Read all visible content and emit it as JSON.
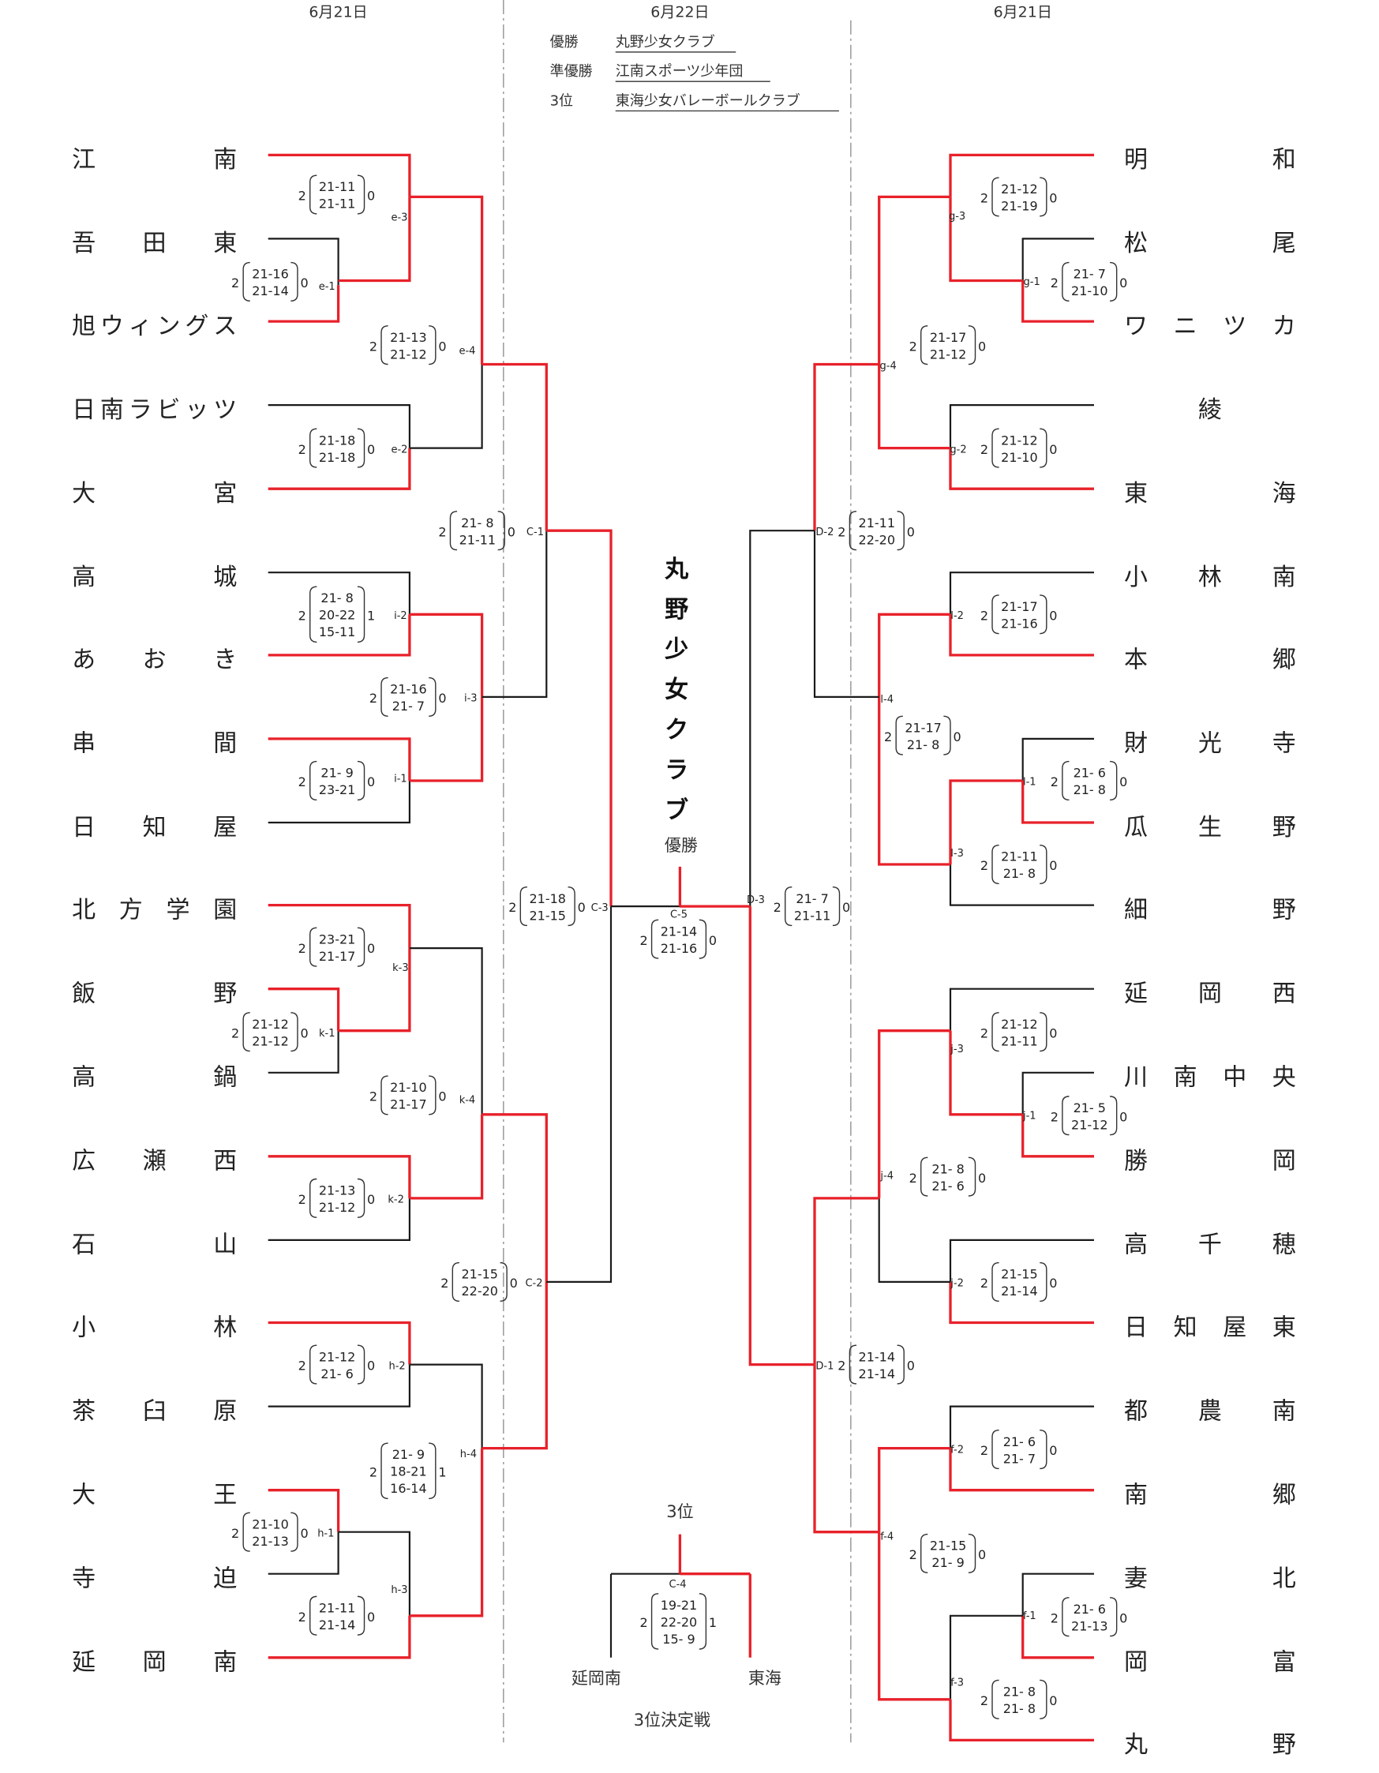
{
  "header": {
    "date_left": "6月21日",
    "date_center": "6月22日",
    "date_right": "6月21日"
  },
  "results": [
    {
      "label": "優勝",
      "team": "丸野少女クラブ"
    },
    {
      "label": "準優勝",
      "team": "江南スポーツ少年団"
    },
    {
      "label": "3位",
      "team": "東海少女バレーボールクラブ"
    }
  ],
  "left_teams": [
    "江南",
    "吾田東",
    "旭ウィングス",
    "日南ラビッツ",
    "大宮",
    "高城",
    "あおき",
    "串間",
    "日知屋",
    "北方学園",
    "飯野",
    "高鍋",
    "広瀬西",
    "石山",
    "小林",
    "茶臼原",
    "大王",
    "寺迫",
    "延岡南"
  ],
  "right_teams": [
    "明和",
    "松尾",
    "ワニツカ",
    "綾",
    "東海",
    "小林南",
    "本郷",
    "財光寺",
    "瓜生野",
    "細野",
    "延岡西",
    "川南中央",
    "勝岡",
    "高千穂",
    "日知屋東",
    "都農南",
    "南郷",
    "妻北",
    "岡富",
    "丸野"
  ],
  "colors": {
    "winner_line": "#e8212a",
    "loser_line": "#1a1a1a",
    "divider": "#999999"
  },
  "matches_left": [
    {
      "id": "e-1",
      "scores": [
        "21-16",
        "21-14"
      ],
      "w": 2,
      "l": 0
    },
    {
      "id": "e-3",
      "scores": [
        "21-11",
        "21-11"
      ],
      "w": 2,
      "l": 0
    },
    {
      "id": "e-2",
      "scores": [
        "21-18",
        "21-18"
      ],
      "w": 2,
      "l": 0
    },
    {
      "id": "e-4",
      "scores": [
        "21-13",
        "21-12"
      ],
      "w": 2,
      "l": 0
    },
    {
      "id": "i-2",
      "scores": [
        "21- 8",
        "20-22",
        "15-11"
      ],
      "w": 2,
      "l": 1
    },
    {
      "id": "i-1",
      "scores": [
        "21- 9",
        "23-21"
      ],
      "w": 2,
      "l": 0
    },
    {
      "id": "i-3",
      "scores": [
        "21-16",
        "21- 7"
      ],
      "w": 2,
      "l": 0
    },
    {
      "id": "C-1",
      "scores": [
        "21- 8",
        "21-11"
      ],
      "w": 2,
      "l": 0
    },
    {
      "id": "k-1",
      "scores": [
        "21-12",
        "21-12"
      ],
      "w": 2,
      "l": 0
    },
    {
      "id": "k-3",
      "scores": [
        "23-21",
        "21-17"
      ],
      "w": 2,
      "l": 0
    },
    {
      "id": "k-2",
      "scores": [
        "21-13",
        "21-12"
      ],
      "w": 2,
      "l": 0
    },
    {
      "id": "k-4",
      "scores": [
        "21-10",
        "21-17"
      ],
      "w": 2,
      "l": 0
    },
    {
      "id": "h-2",
      "scores": [
        "21-12",
        "21- 6"
      ],
      "w": 2,
      "l": 0
    },
    {
      "id": "h-1",
      "scores": [
        "21-10",
        "21-13"
      ],
      "w": 2,
      "l": 0
    },
    {
      "id": "h-3",
      "scores": [
        "21-11",
        "21-14"
      ],
      "w": 2,
      "l": 0
    },
    {
      "id": "h-4",
      "scores": [
        "21- 9",
        "18-21",
        "16-14"
      ],
      "w": 2,
      "l": 1
    },
    {
      "id": "C-2",
      "scores": [
        "21-15",
        "22-20"
      ],
      "w": 2,
      "l": 0
    },
    {
      "id": "C-3",
      "scores": [
        "21-18",
        "21-15"
      ],
      "w": 2,
      "l": 0
    }
  ],
  "matches_right": [
    {
      "id": "g-1",
      "scores": [
        "21- 7",
        "21-10"
      ],
      "w": 2,
      "l": 0
    },
    {
      "id": "g-3",
      "scores": [
        "21-12",
        "21-19"
      ],
      "w": 2,
      "l": 0
    },
    {
      "id": "g-2",
      "scores": [
        "21-12",
        "21-10"
      ],
      "w": 2,
      "l": 0
    },
    {
      "id": "g-4",
      "scores": [
        "21-17",
        "21-12"
      ],
      "w": 2,
      "l": 0
    },
    {
      "id": "l-2",
      "scores": [
        "21-17",
        "21-16"
      ],
      "w": 2,
      "l": 0
    },
    {
      "id": "l-1",
      "scores": [
        "21- 6",
        "21- 8"
      ],
      "w": 2,
      "l": 0
    },
    {
      "id": "l-3",
      "scores": [
        "21-11",
        "21- 8"
      ],
      "w": 2,
      "l": 0
    },
    {
      "id": "l-4",
      "scores": [
        "21-17",
        "21- 8"
      ],
      "w": 2,
      "l": 0
    },
    {
      "id": "D-2",
      "scores": [
        "21-11",
        "22-20"
      ],
      "w": 2,
      "l": 0
    },
    {
      "id": "j-1",
      "scores": [
        "21- 5",
        "21-12"
      ],
      "w": 2,
      "l": 0
    },
    {
      "id": "j-3",
      "scores": [
        "21-12",
        "21-11"
      ],
      "w": 2,
      "l": 0
    },
    {
      "id": "j-2",
      "scores": [
        "21-15",
        "21-14"
      ],
      "w": 2,
      "l": 0
    },
    {
      "id": "j-4",
      "scores": [
        "21- 8",
        "21- 6"
      ],
      "w": 2,
      "l": 0
    },
    {
      "id": "f-2",
      "scores": [
        "21- 6",
        "21- 7"
      ],
      "w": 2,
      "l": 0
    },
    {
      "id": "f-1",
      "scores": [
        "21- 6",
        "21-13"
      ],
      "w": 2,
      "l": 0
    },
    {
      "id": "f-3",
      "scores": [
        "21- 8",
        "21- 8"
      ],
      "w": 2,
      "l": 0
    },
    {
      "id": "f-4",
      "scores": [
        "21-15",
        "21- 9"
      ],
      "w": 2,
      "l": 0
    },
    {
      "id": "D-1",
      "scores": [
        "21-14",
        "21-14"
      ],
      "w": 2,
      "l": 0
    },
    {
      "id": "D-3",
      "scores": [
        "21- 7",
        "21-11"
      ],
      "w": 2,
      "l": 0
    }
  ],
  "final": {
    "id": "C-5",
    "scores": [
      "21-14",
      "21-16"
    ],
    "w": 2,
    "l": 0,
    "champion": "丸野少女クラブ",
    "label": "優勝"
  },
  "third_place": {
    "id": "C-4",
    "scores": [
      "19-21",
      "22-20",
      "15- 9"
    ],
    "w": 2,
    "l": 1,
    "label_top": "3位",
    "left_team": "延岡南",
    "right_team": "東海",
    "caption": "3位決定戦"
  }
}
